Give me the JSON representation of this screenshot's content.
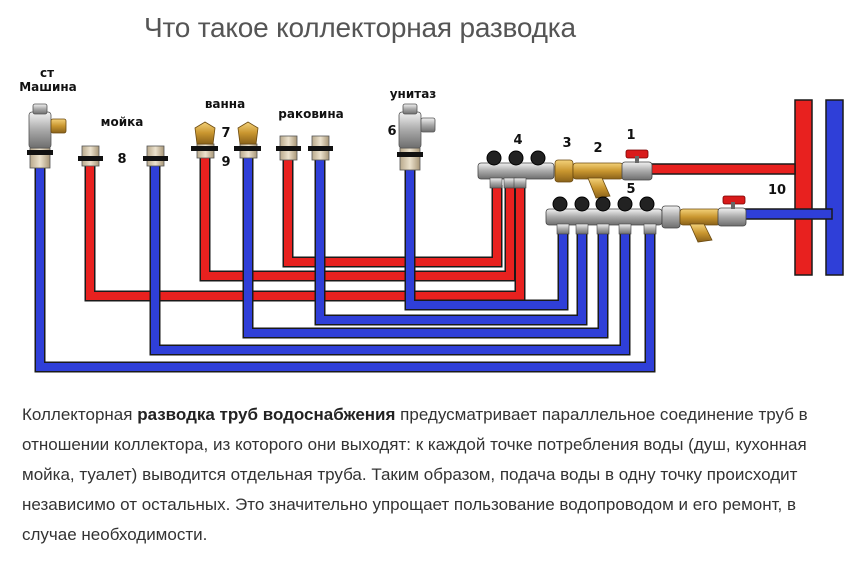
{
  "title": "Что такое коллекторная разводка",
  "diagram": {
    "colors": {
      "hot": "#e8211f",
      "cold": "#2f3fd8",
      "outline": "#1a1a1a"
    },
    "labels": {
      "washer_l1": "ст",
      "washer_l2": "Машина",
      "sink": "мойка",
      "bath": "ванна",
      "basin": "раковина",
      "toilet": "унитаз"
    },
    "numbers": {
      "n1": "1",
      "n2": "2",
      "n3": "3",
      "n4": "4",
      "n5": "5",
      "n6": "6",
      "n7": "7",
      "n8": "8",
      "n9": "9",
      "n10": "10"
    }
  },
  "text": {
    "p_before": "Коллекторная ",
    "p_bold": "разводка труб водоснабжения",
    "p_after": " предусматривает параллельное соединение труб в отношении коллектора, из которого они выходят: к каждой точке потребления воды (душ, кухонная мойка, туалет) выводится отдельная труба. Таким образом, подача воды в одну точку происходит независимо от остальных. Это значительно упрощает пользование водопроводом и его ремонт, в случае необходимости."
  }
}
